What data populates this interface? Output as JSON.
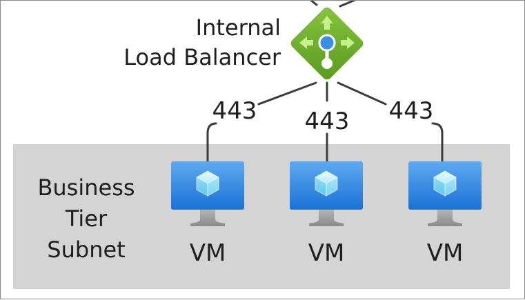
{
  "load_balancer": {
    "label_line1": "Internal",
    "label_line2": "Load Balancer",
    "icon": "load-balancer-icon"
  },
  "connections": [
    {
      "port": "443"
    },
    {
      "port": "443"
    },
    {
      "port": "443"
    }
  ],
  "subnet": {
    "label_line1": "Business",
    "label_line2": "Tier",
    "label_line3": "Subnet"
  },
  "vms": [
    {
      "label": "VM",
      "icon": "virtual-machine-icon"
    },
    {
      "label": "VM",
      "icon": "virtual-machine-icon"
    },
    {
      "label": "VM",
      "icon": "virtual-machine-icon"
    }
  ],
  "colors": {
    "subnet_fill": "#d4d4d4",
    "connector": "#3c3c3c",
    "lb_green_dark": "#5a9a1e",
    "lb_green_light": "#8cc63f",
    "lb_node": "#3a8ee6",
    "vm_blue_top": "#5ea9f0",
    "vm_blue_bottom": "#1a72d6",
    "vm_stand": "#9a9a9a",
    "text": "#1e1e1e"
  }
}
